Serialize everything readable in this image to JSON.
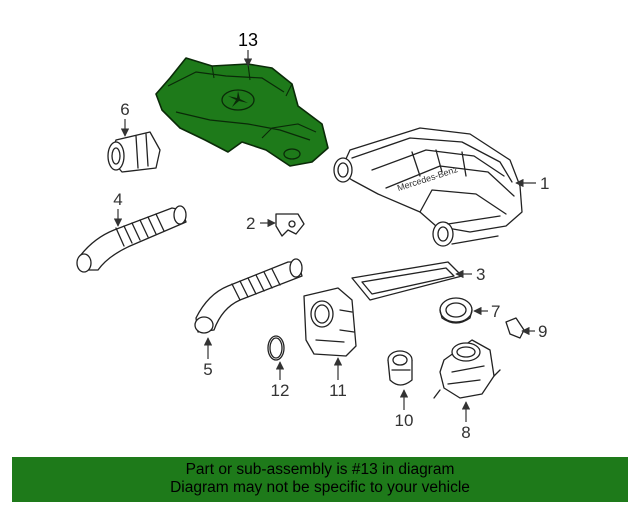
{
  "diagram": {
    "highlighted_part": "13",
    "callouts": [
      "13",
      "6",
      "1",
      "4",
      "2",
      "3",
      "7",
      "9",
      "5",
      "12",
      "11",
      "10",
      "8"
    ],
    "housing_text": "Mercedes-Benz",
    "highlight_color": "#1e7a1a"
  },
  "banner": {
    "line1": "Part or sub-assembly is #13 in diagram",
    "line2": "Diagram may not be specific to your vehicle",
    "background": "#1e7a1a"
  }
}
